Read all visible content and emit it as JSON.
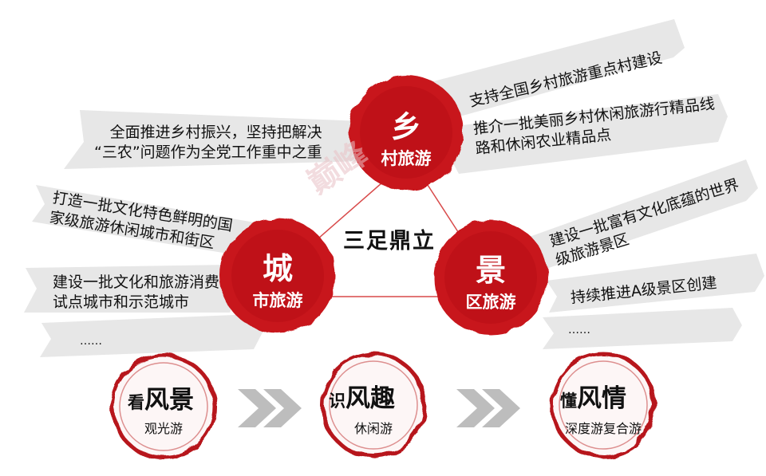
{
  "center_label": "三足鼎立",
  "watermark": "巅峰",
  "colors": {
    "red": "#c8141a",
    "dark_red": "#8e0b10",
    "banner": "#e7e7e7",
    "arrow": "#bdbdbd"
  },
  "pillars": {
    "rural": {
      "char": "乡",
      "subtitle": "村旅游"
    },
    "city": {
      "char": "城",
      "subtitle": "市旅游"
    },
    "scenic": {
      "char": "景",
      "subtitle": "区旅游"
    }
  },
  "rural_banners": {
    "left": [
      "全面推进乡村振兴，坚持把解决",
      "“三农”问题作为全党工作重中之重"
    ],
    "right_1": "支持全国乡村旅游重点村建设",
    "right_2": [
      "推介一批美丽乡村休闲旅游行精品线",
      "路和休闲农业精品点"
    ]
  },
  "city_banners": {
    "b1": [
      "打造一批文化特色鲜明的国",
      "家级旅游休闲城市和街区"
    ],
    "b2": [
      "建设一批文化和旅游消费",
      "试点城市和示范城市"
    ],
    "b3": "……"
  },
  "scenic_banners": {
    "b1": [
      "建设一批富有文化底蕴的世界",
      "级旅游景区"
    ],
    "b2": "持续推进A级景区创建",
    "b3": "……"
  },
  "stages": [
    {
      "first": "看",
      "rest": "风景",
      "sub": "观光游"
    },
    {
      "first": "识",
      "rest": "风趣",
      "sub": "休闲游"
    },
    {
      "first": "懂",
      "rest": "风情",
      "sub": "深度游复合游"
    }
  ]
}
